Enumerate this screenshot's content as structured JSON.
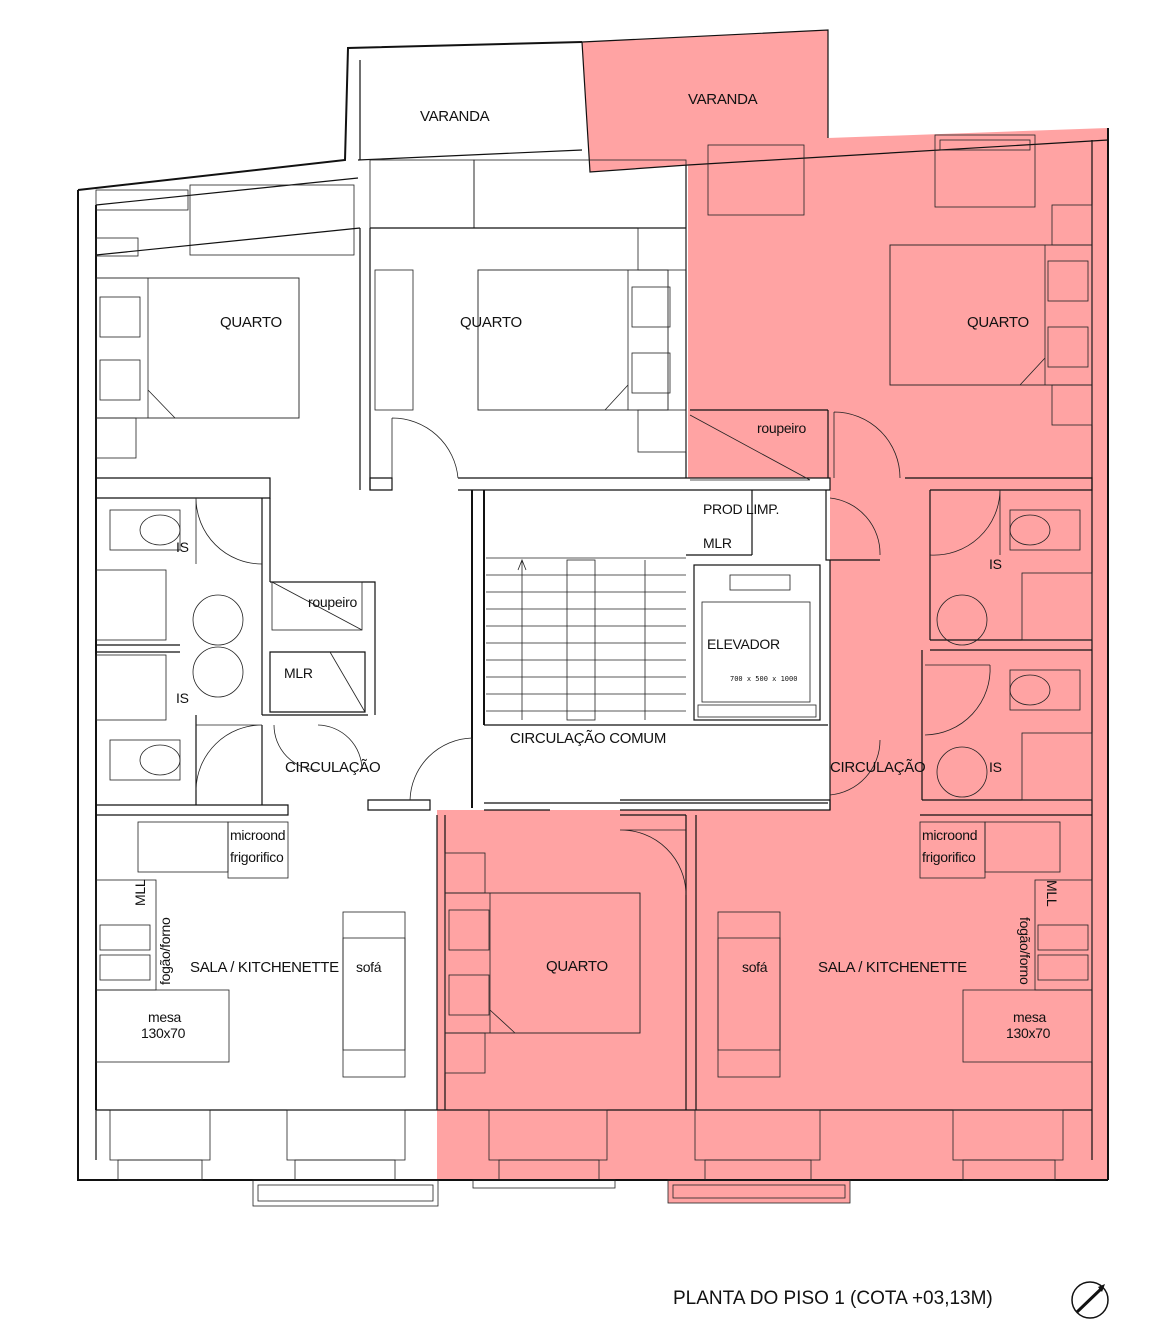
{
  "colors": {
    "highlight": "#ff8080",
    "line": "#111111",
    "background": "#ffffff"
  },
  "labels": {
    "varanda_left": "VARANDA",
    "varanda_right": "VARANDA",
    "quarto_left": "QUARTO",
    "quarto_mid": "QUARTO",
    "quarto_right": "QUARTO",
    "quarto_bottom": "QUARTO",
    "roupeiro_left": "roupeiro",
    "roupeiro_right": "roupeiro",
    "prod_limp": "PROD LIMP.",
    "mlr_right": "MLR",
    "mlr_left": "MLR",
    "is_left_top": "IS",
    "is_left_bottom": "IS",
    "is_right_top": "IS",
    "is_right_bottom": "IS",
    "elevador": "ELEVADOR",
    "elevador_dims": "700 x 500 x 1000",
    "circulacao_comum": "CIRCULAÇÃO COMUM",
    "circulacao_left": "CIRCULAÇÃO",
    "circulacao_right": "CIRCULAÇÃO",
    "microond_left": "microond",
    "frigorifico_left": "frigorifico",
    "microond_right": "microond",
    "frigorifico_right": "frigorifico",
    "mll_left": "MLL",
    "mll_right": "MLL",
    "fogao_left": "fogão/forno",
    "fogao_right": "fogão/forno",
    "sala_left": "SALA / KITCHENETTE",
    "sala_right": "SALA / KITCHENETTE",
    "sofa_left": "sofá",
    "sofa_right": "sofá",
    "mesa_left": "mesa",
    "mesa_left_dims": "130x70",
    "mesa_right": "mesa",
    "mesa_right_dims": "130x70"
  },
  "title": "PLANTA DO PISO 1 (COTA +03,13M)",
  "north_icon": "north-arrow-icon"
}
